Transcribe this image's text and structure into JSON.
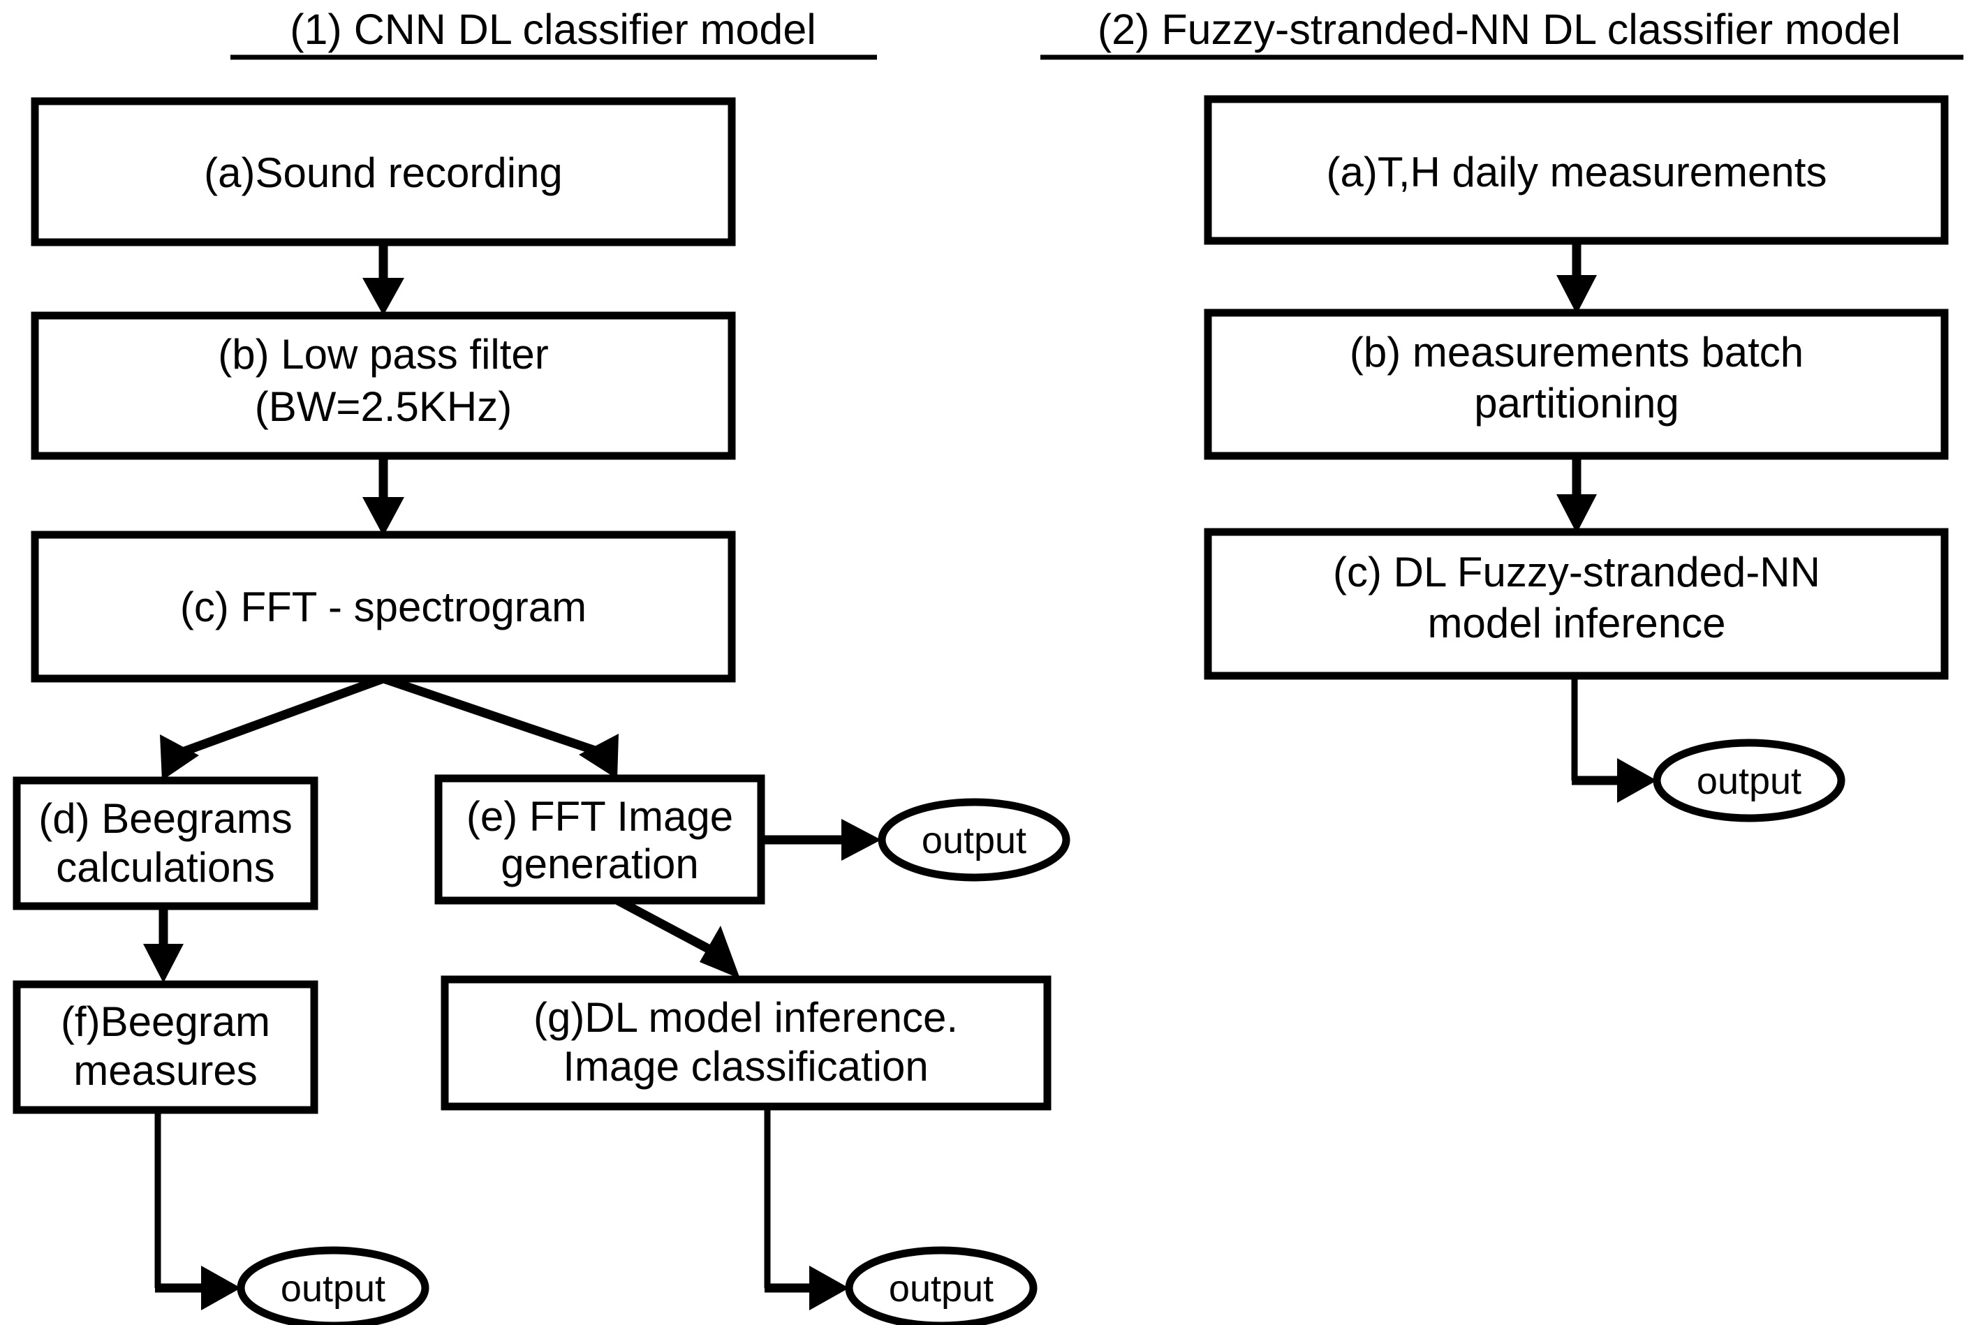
{
  "figure": {
    "type": "flowchart",
    "background": "#ffffff",
    "stroke_color": "#000000",
    "columns": [
      {
        "id": "col-1",
        "title": "(1) CNN DL classifier model",
        "nodes": [
          {
            "id": "a",
            "shape": "rect",
            "label_line1": "(a)Sound recording",
            "label_line2": ""
          },
          {
            "id": "b",
            "shape": "rect",
            "label_line1": "(b) Low pass filter",
            "label_line2": "(BW=2.5KHz)"
          },
          {
            "id": "c",
            "shape": "rect",
            "label_line1": "(c) FFT - spectrogram",
            "label_line2": ""
          },
          {
            "id": "d",
            "shape": "rect",
            "label_line1": "(d) Beegrams",
            "label_line2": "calculations"
          },
          {
            "id": "e",
            "shape": "rect",
            "label_line1": "(e) FFT Image",
            "label_line2": "generation"
          },
          {
            "id": "f",
            "shape": "rect",
            "label_line1": "(f)Beegram",
            "label_line2": "measures"
          },
          {
            "id": "g",
            "shape": "rect",
            "label_line1": "(g)DL model inference.",
            "label_line2": "Image classification"
          },
          {
            "id": "out-e",
            "shape": "ellipse",
            "label_line1": "output",
            "label_line2": ""
          },
          {
            "id": "out-f",
            "shape": "ellipse",
            "label_line1": "output",
            "label_line2": ""
          },
          {
            "id": "out-g",
            "shape": "ellipse",
            "label_line1": "output",
            "label_line2": ""
          }
        ],
        "edges": [
          {
            "from": "a",
            "to": "b",
            "style": "straight-down-arrow"
          },
          {
            "from": "b",
            "to": "c",
            "style": "straight-down-arrow"
          },
          {
            "from": "c",
            "to": "d",
            "style": "diagonal-left-arrow"
          },
          {
            "from": "c",
            "to": "e",
            "style": "diagonal-right-arrow"
          },
          {
            "from": "d",
            "to": "f",
            "style": "straight-down-arrow"
          },
          {
            "from": "e",
            "to": "out-e",
            "style": "straight-right-arrow"
          },
          {
            "from": "e",
            "to": "g",
            "style": "diagonal-right-arrow"
          },
          {
            "from": "f",
            "to": "out-f",
            "style": "elbow-down-right-arrow"
          },
          {
            "from": "g",
            "to": "out-g",
            "style": "elbow-down-right-arrow"
          }
        ]
      },
      {
        "id": "col-2",
        "title": "(2) Fuzzy-stranded-NN DL classifier model",
        "nodes": [
          {
            "id": "r-a",
            "shape": "rect",
            "label_line1": "(a)T,H daily measurements",
            "label_line2": ""
          },
          {
            "id": "r-b",
            "shape": "rect",
            "label_line1": "(b) measurements batch",
            "label_line2": "partitioning"
          },
          {
            "id": "r-c",
            "shape": "rect",
            "label_line1": "(c) DL Fuzzy-stranded-NN",
            "label_line2": "model inference"
          },
          {
            "id": "r-out",
            "shape": "ellipse",
            "label_line1": "output",
            "label_line2": ""
          }
        ],
        "edges": [
          {
            "from": "r-a",
            "to": "r-b",
            "style": "straight-down-arrow"
          },
          {
            "from": "r-b",
            "to": "r-c",
            "style": "straight-down-arrow"
          },
          {
            "from": "r-c",
            "to": "r-out",
            "style": "elbow-down-right-arrow"
          }
        ]
      }
    ]
  }
}
